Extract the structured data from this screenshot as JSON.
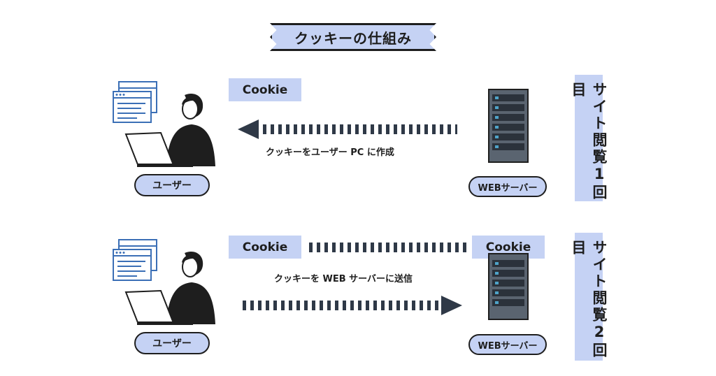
{
  "title": "クッキーの仕組み",
  "row1": {
    "cookie_label": "Cookie",
    "caption": "クッキーをユーザー PC に作成",
    "user_label": "ユーザー",
    "server_label": "WEBサーバー",
    "side_label": "サイト閲覧1回目"
  },
  "row2": {
    "cookie_label_left": "Cookie",
    "cookie_label_right": "Cookie",
    "caption": "クッキーを WEB サーバーに送信",
    "user_label": "ユーザー",
    "server_label": "WEBサーバー",
    "side_label": "サイト閲覧2回目"
  },
  "colors": {
    "accent": "#c5d2f4",
    "ink": "#1e1e1e",
    "arrow": "#2f3947",
    "server": "#5a6470",
    "server_light": "#4fa3c8"
  }
}
